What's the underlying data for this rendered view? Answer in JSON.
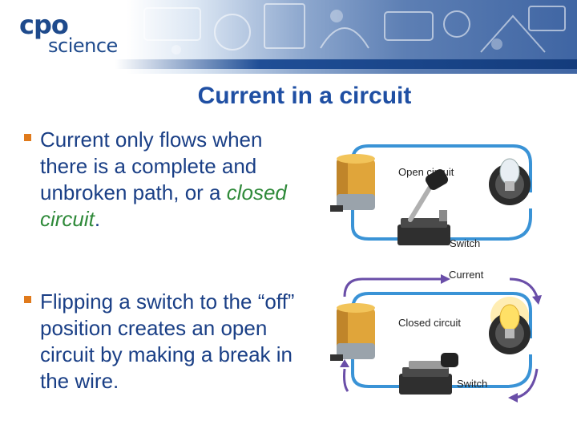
{
  "logo": {
    "brand": "cpo",
    "sub": "science"
  },
  "title": "Current in a circuit",
  "bullets": {
    "first": {
      "text": "Current only flows when there is a complete and unbroken path, or a ",
      "emphasis": "closed circuit",
      "end": "."
    },
    "second": {
      "text": "Flipping a switch to the “off” position creates an open circuit by making a break in the wire."
    }
  },
  "diagrams": {
    "open": {
      "label": "Open circuit",
      "switch_label": "Switch"
    },
    "closed": {
      "label": "Closed circuit",
      "switch_label": "Switch",
      "current_label": "Current"
    }
  },
  "colors": {
    "title": "#1f4fa3",
    "body_text": "#1a3f86",
    "bullet_marker": "#e07a1c",
    "emphasis": "#2f8a3a",
    "wire": "#3a93d6",
    "current_arrow": "#6a4ea8"
  }
}
